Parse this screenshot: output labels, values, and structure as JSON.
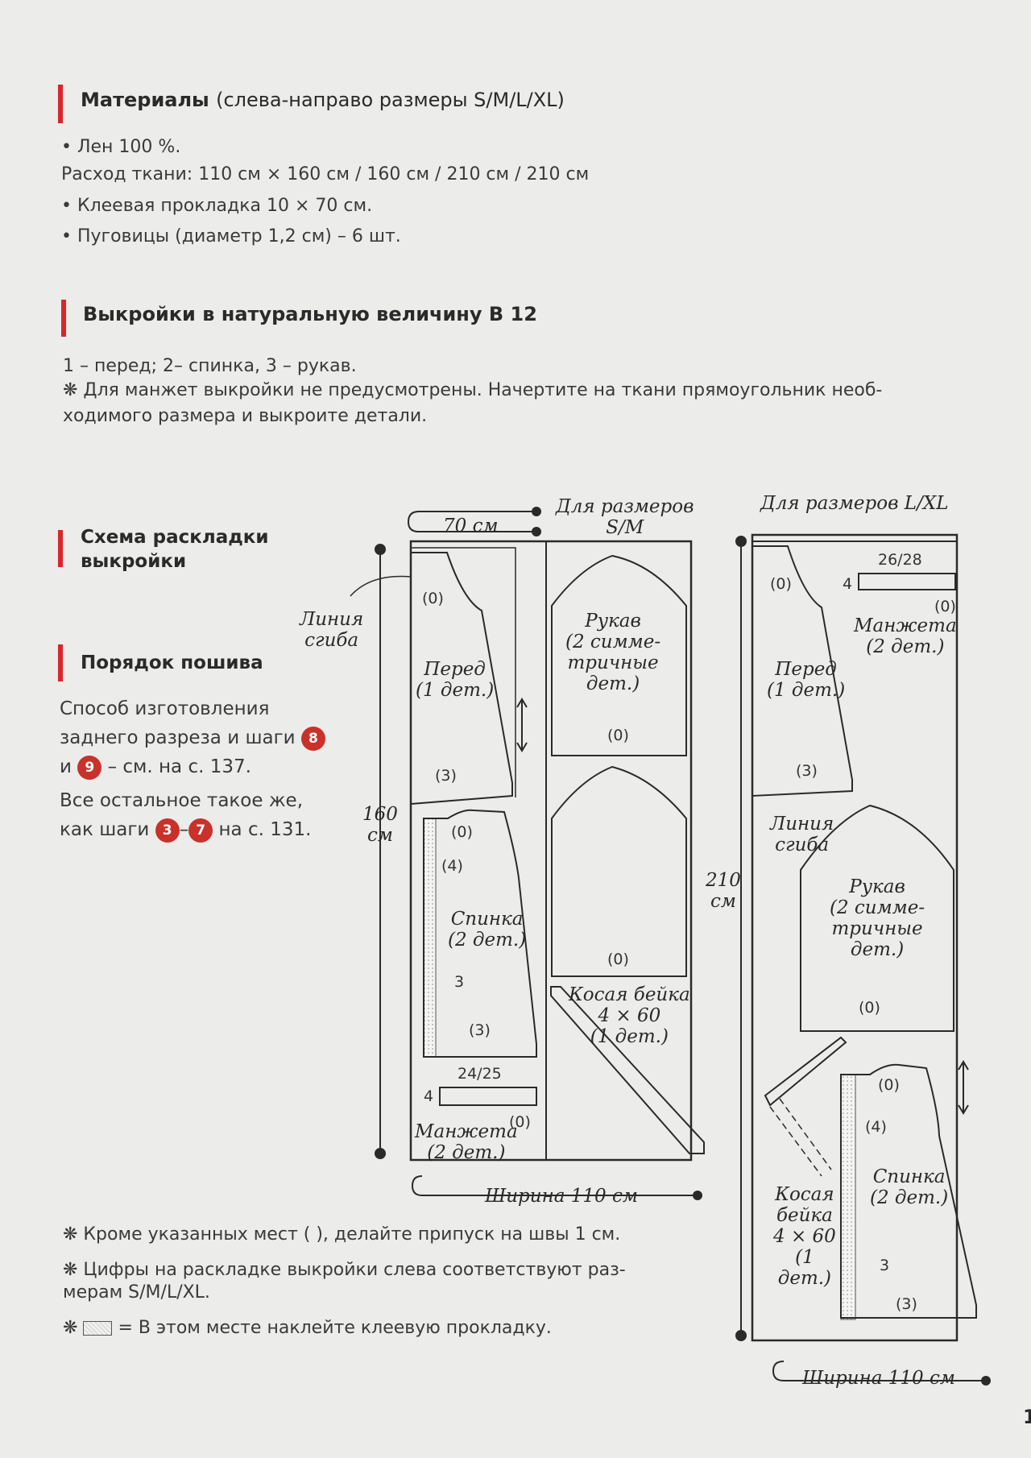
{
  "materials": {
    "heading": "Материалы",
    "heading_note": "(слева-направо размеры S/M/L/XL)",
    "item1": "• Лен 100 %.",
    "consumption": "Расход ткани:  110 см × 160 см / 160 см / 210 см / 210 см",
    "item2": "• Клеевая прокладка 10 × 70 см.",
    "item3": "• Пуговицы (диаметр 1,2 см) – 6 шт."
  },
  "patterns": {
    "heading": "Выкройки в натуральную величину В 12",
    "list": "1 – перед; 2– спинка, 3 – рукав.",
    "note1": "❋ Для манжет выкройки не предусмотрены. Начертите на ткани прямоугольник необ-",
    "note2": "ходимого размера и выкроите детали."
  },
  "layout_scheme": {
    "line1": "Схема раскладки",
    "line2": "выкройки"
  },
  "sewing": {
    "heading": "Порядок пошива",
    "l1": "Способ изготовления",
    "l2": "заднего разреза и шаги",
    "step_a": "8",
    "l3_pre": "и",
    "step_b": "9",
    "l3_post": "– см. на с. 137.",
    "l4": "Все остальное такое же,",
    "l5_pre": "как шаги",
    "step_c": "3",
    "dash": "–",
    "step_d": "7",
    "l5_post": "на с. 131."
  },
  "diagram_sm": {
    "title1": "Для размеров",
    "title2": "S/M",
    "width_top": "70 см",
    "fold_line1": "Линия",
    "fold_line2": "сгиба",
    "height1": "160",
    "height2": "см",
    "front1": "Перед",
    "front2": "(1 дет.)",
    "sleeve1": "Рукав",
    "sleeve2": "(2 симме-",
    "sleeve3": "тричные",
    "sleeve4": "дет.)",
    "back1": "Спинка",
    "back2": "(2 дет.)",
    "bias1": "Косая бейка",
    "bias2": "4 × 60",
    "bias3": "(1 дет.)",
    "cuff_size": "24/25",
    "cuff1": "Манжета",
    "cuff2": "(2 дет.)",
    "width_bottom": "Ширина 110 см",
    "a0": "(0)",
    "a3": "(3)",
    "a4": "(4)",
    "n3": "3",
    "n4": "4"
  },
  "diagram_lxl": {
    "title": "Для размеров L/XL",
    "height1": "210",
    "height2": "см",
    "front1": "Перед",
    "front2": "(1 дет.)",
    "cuff_size": "26/28",
    "cuff1": "Манжета",
    "cuff2": "(2 дет.)",
    "fold_line1": "Линия",
    "fold_line2": "сгиба",
    "sleeve1": "Рукав",
    "sleeve2": "(2 симме-",
    "sleeve3": "тричные",
    "sleeve4": "дет.)",
    "bias1": "Косая",
    "bias2": "бейка",
    "bias3": "4 × 60",
    "bias4": "(1",
    "bias5": "дет.)",
    "back1": "Спинка",
    "back2": "(2 дет.)",
    "width_bottom": "Ширина 110 см",
    "a0": "(0)",
    "a3": "(3)",
    "a4": "(4)",
    "n3": "3",
    "n4": "4"
  },
  "notes": {
    "n1": "❋ Кроме указанных мест (   ), делайте припуск на швы 1 см.",
    "n2a": "❋ Цифры на раскладке выкройки слева соответствуют раз-",
    "n2b": "мерам S/M/L/XL.",
    "n3_pre": "❋",
    "n3_post": "= В этом месте наклейте клеевую прокладку."
  },
  "page_number": "1"
}
